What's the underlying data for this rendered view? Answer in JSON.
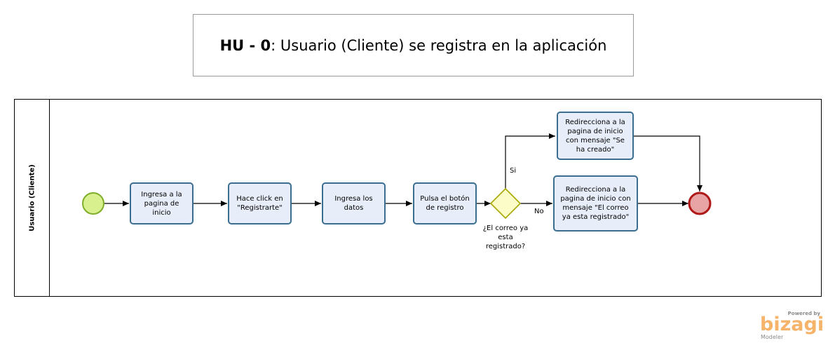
{
  "title": {
    "prefix": "HU - 0",
    "rest": ": Usuario (Cliente) se registra en la aplicación"
  },
  "lane": {
    "label": "Usuario (Cliente)"
  },
  "tasks": [
    "Ingresa a la pagina de inicio",
    "Hace click en \"Registrarte\"",
    "Ingresa los datos",
    "Pulsa el botón de registro",
    "Redirecciona a la pagina de inicio con mensaje \"Se ha creado\"",
    "Redirecciona a la pagina de inicio con mensaje \"El correo ya esta registrado\""
  ],
  "gateway": {
    "label": "¿El correo ya esta registrado?"
  },
  "edges": {
    "yes": "Si",
    "no": "No"
  },
  "branding": {
    "powered_by": "Powered by",
    "name": "bizagi",
    "product": "Modeler"
  },
  "colors": {
    "task_fill": "#e8eef9",
    "task_border": "#3a6d8f",
    "start_fill": "#d8f08e",
    "start_border": "#7fae2a",
    "end_fill": "#e8a4a4",
    "end_border": "#b01818",
    "gateway_fill": "#fcfcc8",
    "gateway_border": "#a8a800",
    "brand": "#f5b46a"
  }
}
